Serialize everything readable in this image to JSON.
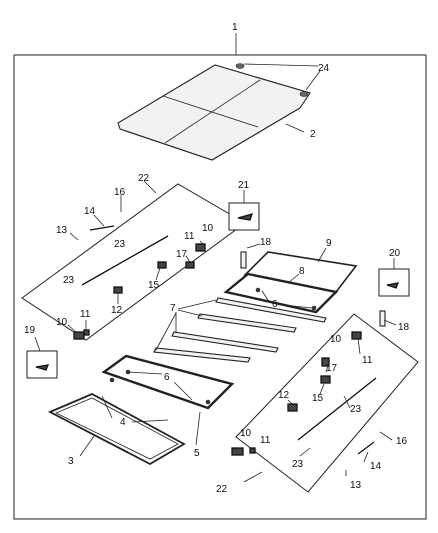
{
  "callouts": {
    "c1": "1",
    "c2": "2",
    "c3": "3",
    "c4": "4",
    "c5": "5",
    "c6": "6",
    "c6b": "6",
    "c7": "7",
    "c8": "8",
    "c9": "9",
    "c10a": "10",
    "c10b": "10",
    "c10c": "10",
    "c10d": "10",
    "c11a": "11",
    "c11b": "11",
    "c11c": "11",
    "c11d": "11",
    "c12a": "12",
    "c12b": "12",
    "c13a": "13",
    "c13b": "13",
    "c14a": "14",
    "c14b": "14",
    "c15a": "15",
    "c15b": "15",
    "c16a": "16",
    "c16b": "16",
    "c17a": "17",
    "c17b": "17",
    "c18a": "18",
    "c18b": "18",
    "c19": "19",
    "c20": "20",
    "c21": "21",
    "c22a": "22",
    "c22b": "22",
    "c23a": "23",
    "c23b": "23",
    "c23c": "23",
    "c23d": "23",
    "c24": "24"
  }
}
